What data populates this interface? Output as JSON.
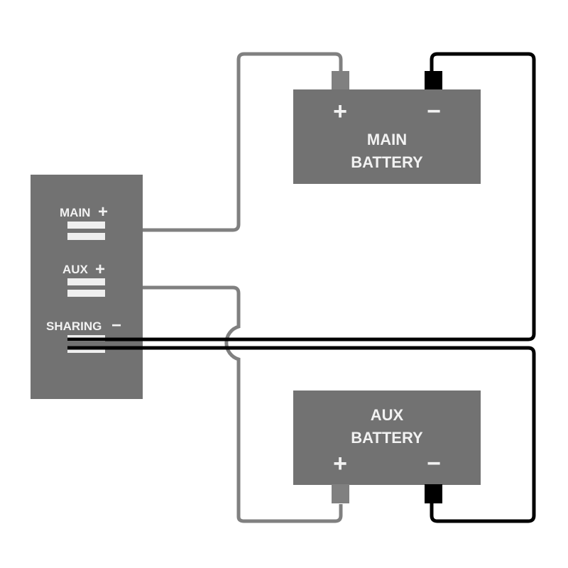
{
  "diagram": {
    "title": "Dual battery sharing wiring diagram",
    "colors": {
      "body_gray": "#727272",
      "wire_positive": "#808080",
      "wire_negative": "#000000",
      "terminal_bar": "#efefef",
      "label_text": "#f2f2f2",
      "background": "#ffffff"
    },
    "panel": {
      "terminals": [
        {
          "id": "main-plus",
          "label": "MAIN",
          "polarity": "+"
        },
        {
          "id": "aux-plus",
          "label": "AUX",
          "polarity": "+"
        },
        {
          "id": "sharing-minus",
          "label": "SHARING",
          "polarity": "−"
        }
      ]
    },
    "main_battery": {
      "line1": "MAIN",
      "line2": "BATTERY",
      "positive": "+",
      "negative": "−"
    },
    "aux_battery": {
      "line1": "AUX",
      "line2": "BATTERY",
      "positive": "+",
      "negative": "−"
    },
    "connections": [
      {
        "from": "panel MAIN +",
        "to": "main battery +",
        "wire": "gray"
      },
      {
        "from": "panel AUX +",
        "to": "aux battery +",
        "wire": "gray",
        "note": "hops over sharing wires"
      },
      {
        "from": "panel SHARING −",
        "to": "main battery −",
        "wire": "black"
      },
      {
        "from": "panel SHARING −",
        "to": "aux battery −",
        "wire": "black"
      }
    ]
  }
}
